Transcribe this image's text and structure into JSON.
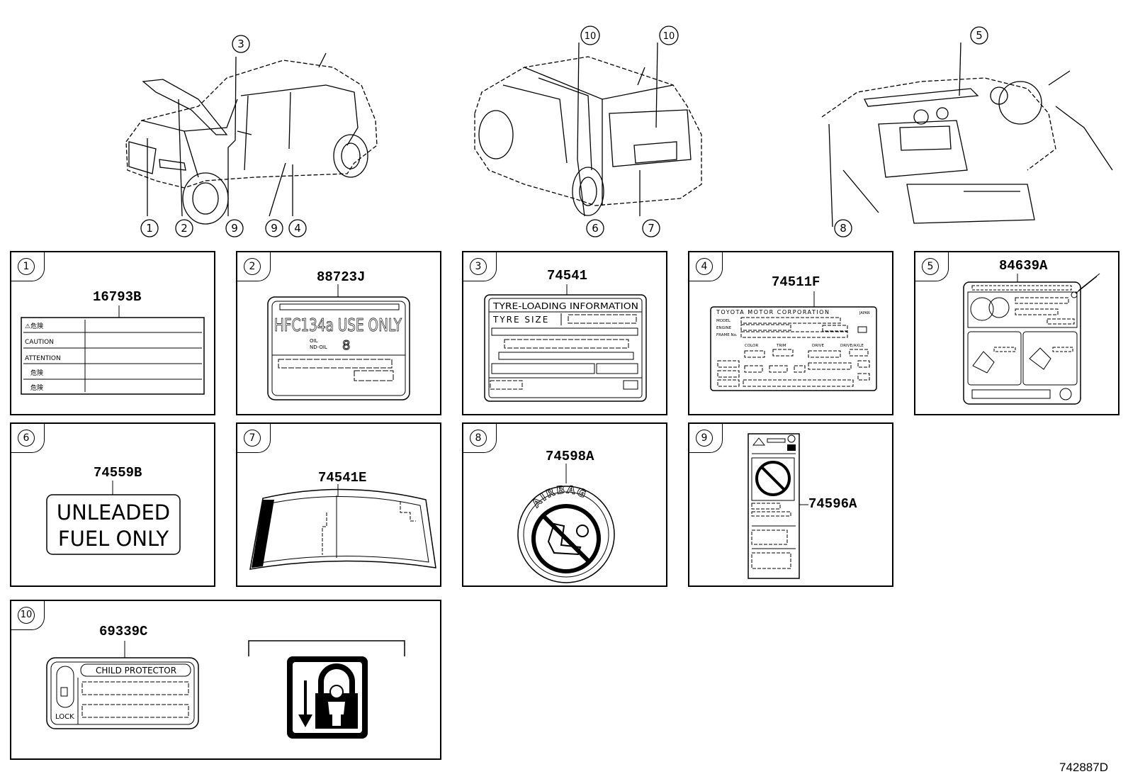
{
  "callouts": {
    "c1": "1",
    "c2": "2",
    "c3": "3",
    "c4": "4",
    "c5": "5",
    "c6": "6",
    "c7": "7",
    "c8": "8",
    "c9": "9",
    "c10": "10"
  },
  "panels": [
    {
      "number": "1",
      "part": "16793B"
    },
    {
      "number": "2",
      "part": "88723J"
    },
    {
      "number": "3",
      "part": "74541"
    },
    {
      "number": "4",
      "part": "74511F"
    },
    {
      "number": "5",
      "part": "84639A"
    },
    {
      "number": "6",
      "part": "74559B"
    },
    {
      "number": "7",
      "part": "74541E"
    },
    {
      "number": "8",
      "part": "74598A"
    },
    {
      "number": "9",
      "part": "74596A"
    },
    {
      "number": "10",
      "part": "69339C"
    }
  ],
  "label1": {
    "rows": [
      "⚠危険",
      "CAUTION",
      "ATTENTION",
      "危険",
      "危険"
    ]
  },
  "label2": {
    "main": "HFC134a USE ONLY",
    "oil": "OIL",
    "oil_code": "ND-OIL",
    "oil_num": "8"
  },
  "label3": {
    "title": "TYRE-LOADING INFORMATION",
    "tyre_size": "TYRE SIZE"
  },
  "label4": {
    "title": "TOYOTA MOTOR CORPORATION",
    "country": "JAPAN",
    "model": "MODEL",
    "engine": "ENGINE",
    "frame": "FRAME No.",
    "color": "COLOR",
    "trim": "TRIM",
    "drive": "DRIVE",
    "gear": "DRIVE/AXLE"
  },
  "label6": {
    "line1": "UNLEADED",
    "line2": "FUEL ONLY"
  },
  "label8": {
    "arc_text": "AIRBAG"
  },
  "label10": {
    "title": "CHILD PROTECTOR",
    "lock": "LOCK"
  },
  "diagram_id": "742887D"
}
